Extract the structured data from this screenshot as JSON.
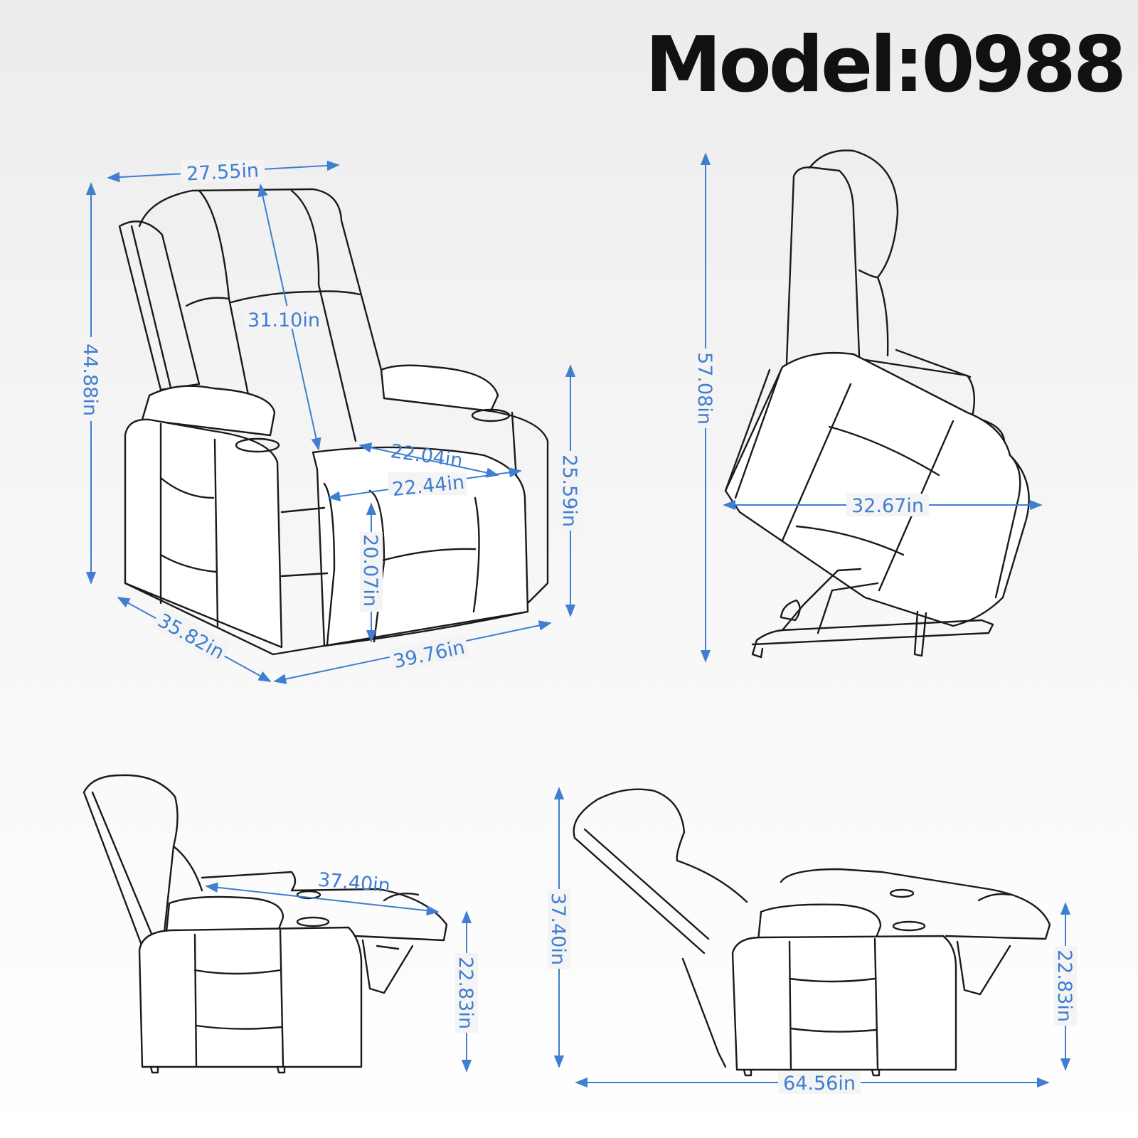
{
  "title": "Model:0988",
  "colors": {
    "dimension": "#3f7ed0",
    "outline": "#1a1a1a",
    "title": "#111111"
  },
  "views": {
    "front": {
      "top_width": "27.55in",
      "height": "44.88in",
      "backrest": "31.10in",
      "seat_depth": "22.04in",
      "seat_width": "22.44in",
      "seat_height": "20.07in",
      "arm_height": "25.59in",
      "depth": "35.82in",
      "width": "39.76in"
    },
    "lift": {
      "height": "57.08in",
      "span": "32.67in"
    },
    "partial_recline": {
      "length": "37.40in",
      "footrest_height": "22.83in"
    },
    "full_recline": {
      "height": "37.40in",
      "footrest_height": "22.83in",
      "length": "64.56in"
    }
  }
}
